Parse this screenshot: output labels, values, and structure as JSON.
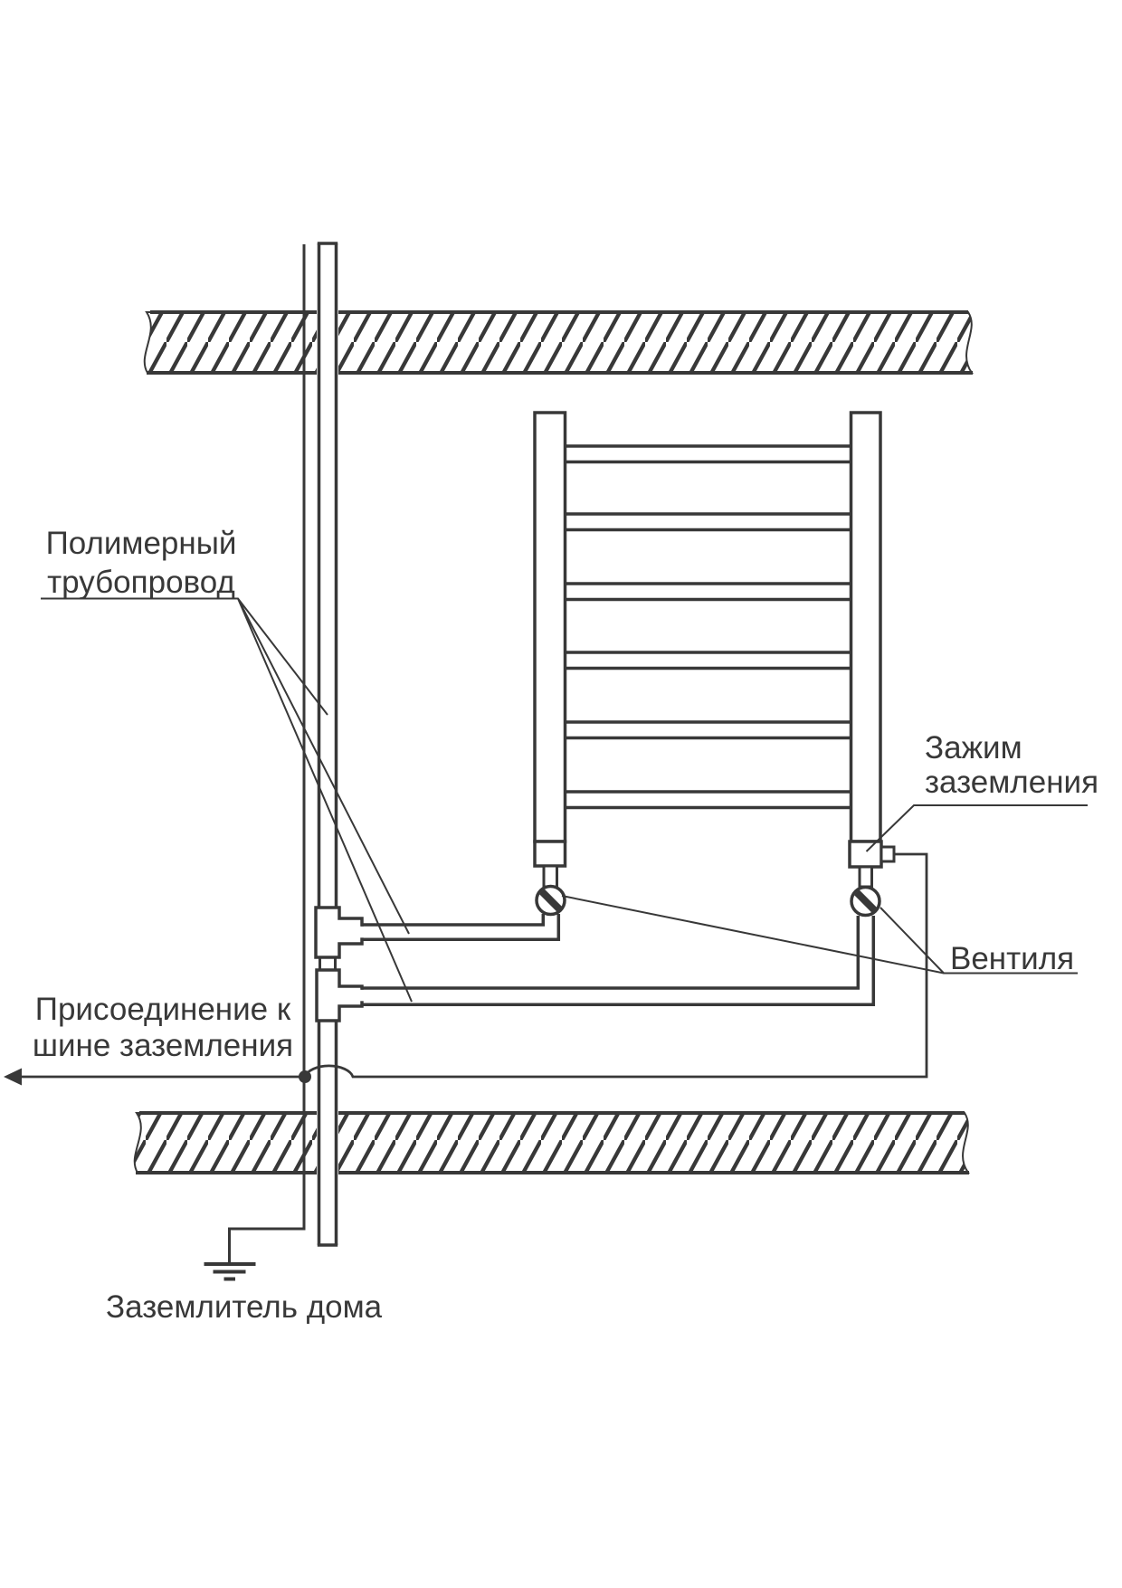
{
  "labels": {
    "polymer_pipeline": {
      "line1": "Полимерный",
      "line2": "трубопровод"
    },
    "grounding_clamp": {
      "line1": "Зажим",
      "line2": "заземления"
    },
    "valves": {
      "text": "Вентиля"
    },
    "bus_connection": {
      "line1": "Присоединение к",
      "line2": "шине заземления"
    },
    "house_ground": {
      "text": "Заземлитель дома"
    }
  },
  "colors": {
    "line": "#383838",
    "background": "#ffffff"
  },
  "icons": {
    "ground": "earth-ground-symbol",
    "arrow": "left-arrow",
    "valve": "screw-slot-valve",
    "slab": "diagonal-hatch-slab"
  }
}
